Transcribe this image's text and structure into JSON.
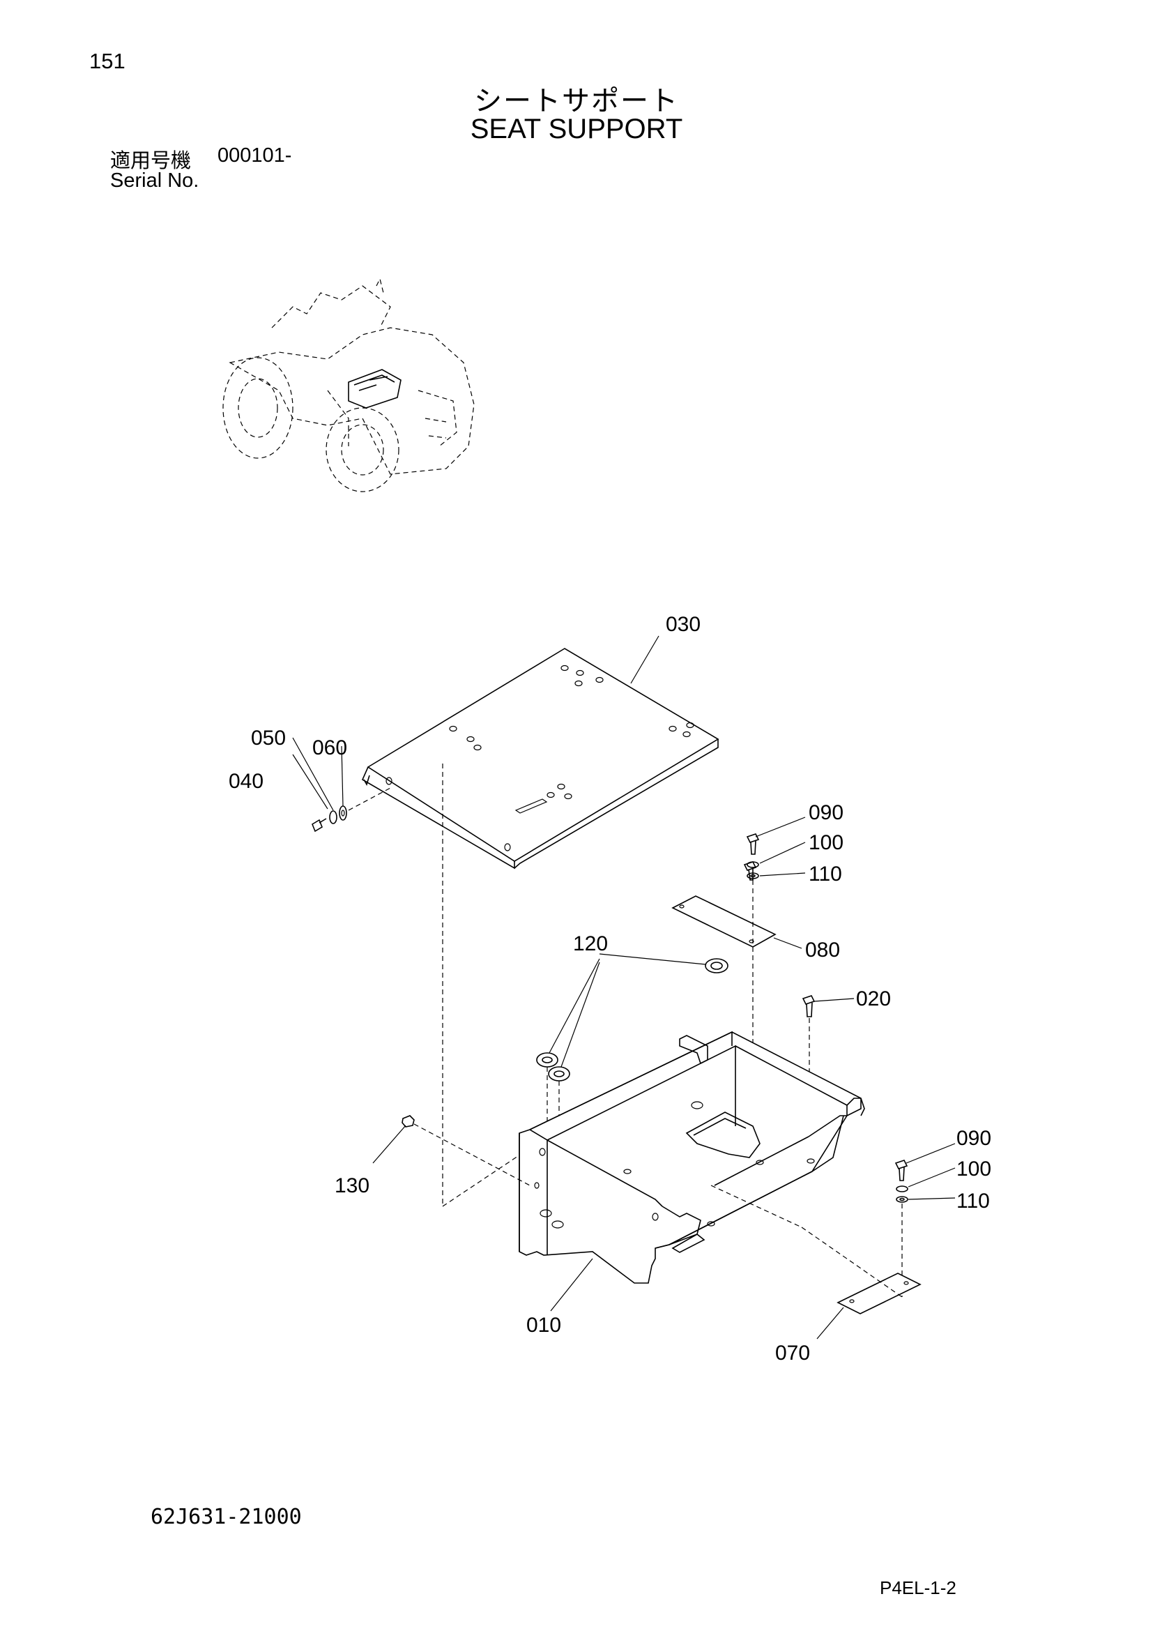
{
  "page": {
    "number": "151",
    "title_ja": "シートサポート",
    "title_en": "SEAT SUPPORT",
    "applicable_label": "適用号機",
    "applicable_value": "000101-",
    "serial_label": "Serial No.",
    "part_number": "62J631-21000",
    "page_code": "P4EL-1-2"
  },
  "callouts": {
    "c010": "010",
    "c020": "020",
    "c030": "030",
    "c040": "040",
    "c050": "050",
    "c060": "060",
    "c070": "070",
    "c080": "080",
    "c090a": "090",
    "c100a": "100",
    "c110a": "110",
    "c090b": "090",
    "c100b": "100",
    "c110b": "110",
    "c120": "120",
    "c130": "130"
  }
}
